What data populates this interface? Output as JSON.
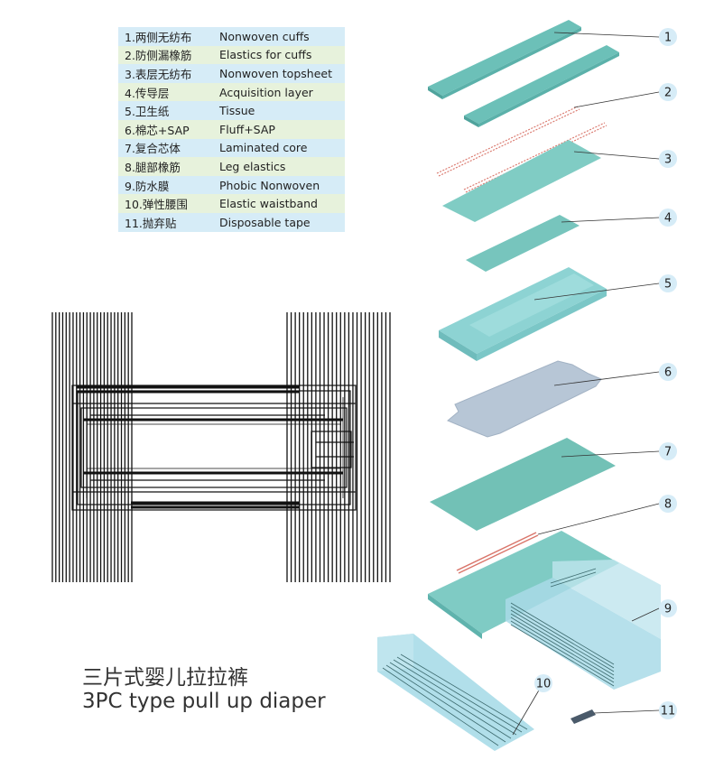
{
  "legend": [
    {
      "cn": "1.两侧无纺布",
      "en": "Nonwoven cuffs"
    },
    {
      "cn": "2.防侧漏橡筋",
      "en": "Elastics for cuffs"
    },
    {
      "cn": "3.表层无纺布",
      "en": "Nonwoven topsheet"
    },
    {
      "cn": "4.传导层",
      "en": "Acquisition layer"
    },
    {
      "cn": "5.卫生纸",
      "en": "Tissue"
    },
    {
      "cn": "6.棉芯+SAP",
      "en": "Fluff+SAP"
    },
    {
      "cn": "7.复合芯体",
      "en": "Laminated core"
    },
    {
      "cn": "8.腿部橡筋",
      "en": "Leg elastics"
    },
    {
      "cn": "9.防水膜",
      "en": "Phobic Nonwoven"
    },
    {
      "cn": "10.弹性腰围",
      "en": "Elastic waistband"
    },
    {
      "cn": "11.抛弃贴",
      "en": "Disposable tape"
    }
  ],
  "callouts": [
    "1",
    "2",
    "3",
    "4",
    "5",
    "6",
    "7",
    "8",
    "9",
    "10",
    "11"
  ],
  "title_cn": "三片式婴儿拉拉裤",
  "title_en": "3PC type pull up diaper",
  "colors": {
    "teal": "#7fcbc4",
    "teal_dark": "#5fb3ad",
    "light_blue": "#a9dbe8",
    "fluff": "#b7c6d6",
    "elastic_red": "#d9756a",
    "callout_bg": "#d6ecf7"
  }
}
